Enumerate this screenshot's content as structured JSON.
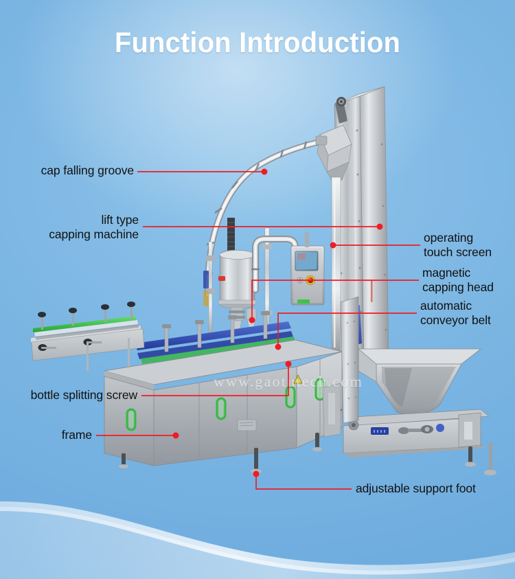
{
  "page": {
    "title": "Function Introduction",
    "watermark": "www.gaotutech.com",
    "background_color": "#7bb6e4",
    "title_color": "#ffffff",
    "label_color": "#111111",
    "leader_color": "#ee1c25"
  },
  "callouts": [
    {
      "id": "cap-falling-groove",
      "lines": [
        "cap falling groove"
      ],
      "align": "right"
    },
    {
      "id": "lift-type-capping-machine",
      "lines": [
        "lift type",
        "capping machine"
      ],
      "align": "right"
    },
    {
      "id": "bottle-splitting-screw",
      "lines": [
        "bottle splitting screw"
      ],
      "align": "right"
    },
    {
      "id": "frame",
      "lines": [
        "frame"
      ],
      "align": "right"
    },
    {
      "id": "operating-touch-screen",
      "lines": [
        "operating",
        "touch screen"
      ],
      "align": "left"
    },
    {
      "id": "magnetic-capping-head",
      "lines": [
        "magnetic",
        "capping head"
      ],
      "align": "left"
    },
    {
      "id": "automatic-conveyor-belt",
      "lines": [
        "automatic",
        "conveyor belt"
      ],
      "align": "left"
    },
    {
      "id": "adjustable-support-foot",
      "lines": [
        "adjustable support foot"
      ],
      "align": "left"
    }
  ],
  "labels": {
    "cap_falling_groove": "cap falling groove",
    "lift_type": "lift type",
    "capping_machine": "capping machine",
    "bottle_splitting_screw": "bottle splitting screw",
    "frame": "frame",
    "operating": "operating",
    "touch_screen": "touch screen",
    "magnetic": "magnetic",
    "capping_head": "capping head",
    "automatic": "automatic",
    "conveyor_belt": "conveyor belt",
    "adjustable_support_foot": "adjustable support foot"
  },
  "machine": {
    "subject": "automatic rotary capping machine with cap elevator",
    "parts": [
      "cap falling groove",
      "lift type capping machine",
      "operating touch screen",
      "magnetic capping head",
      "automatic conveyor belt",
      "bottle splitting screw",
      "frame",
      "adjustable support foot"
    ],
    "colors": {
      "stainless": "#b9bcc0",
      "stainless_light": "#d8dbde",
      "stainless_dark": "#8d9196",
      "handle_green": "#3fc24a",
      "screen_blue": "#6fa8cf",
      "estop_red": "#d8221f",
      "guide_blue": "#2f4fae",
      "belt_green": "#39b54a",
      "warning_yellow": "#e8d431"
    }
  }
}
